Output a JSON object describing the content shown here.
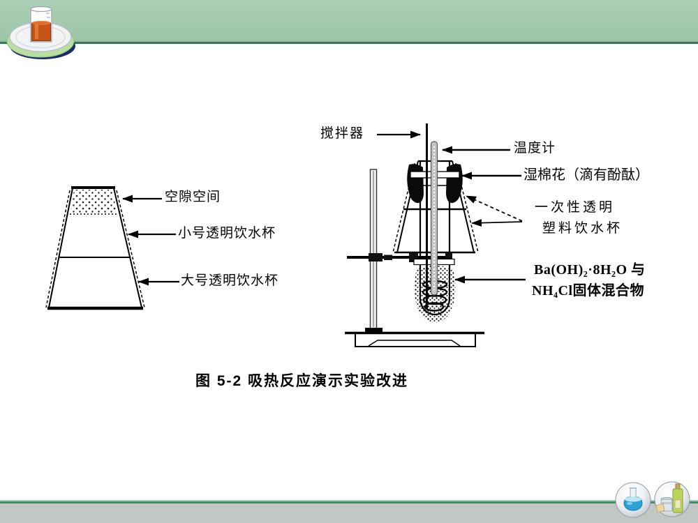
{
  "slide": {
    "title_caption": "图 5-2 吸热反应演示实验改进",
    "colors": {
      "background": "#ffffff",
      "header_green": "#a2c9ae",
      "header_accent_line": "#2f7a58",
      "footer_line_green": "#448c68",
      "footer_bar_gray": "#c3c7c3",
      "diagram_ink": "#000000",
      "logo_liquid_orange": "#c65417",
      "logo_plate_rim_green": "#b7e09e",
      "flask_icon_liquid_blue": "#2ba3d4",
      "bottle_icon_green": "#bcd35e"
    },
    "left_apparatus": {
      "label_void": "空隙空间",
      "label_small_cup": "小号透明饮水杯",
      "label_large_cup": "大号透明饮水杯"
    },
    "right_apparatus": {
      "label_stirrer": "搅拌器",
      "label_thermometer": "温度计",
      "label_cotton": "湿棉花（滴有酚酞）",
      "label_cup_line1": "一次性透明",
      "label_cup_line2": "塑料饮水杯",
      "label_mixture_line1": "Ba(OH)₂·8H₂O 与",
      "label_mixture_line2": "NH₄Cl固体混合物"
    },
    "footer": {
      "icon_left": "round-flask-icon",
      "icon_right": "reagent-bottles-icon"
    },
    "logo_icon": "beaker-on-plate-icon"
  }
}
